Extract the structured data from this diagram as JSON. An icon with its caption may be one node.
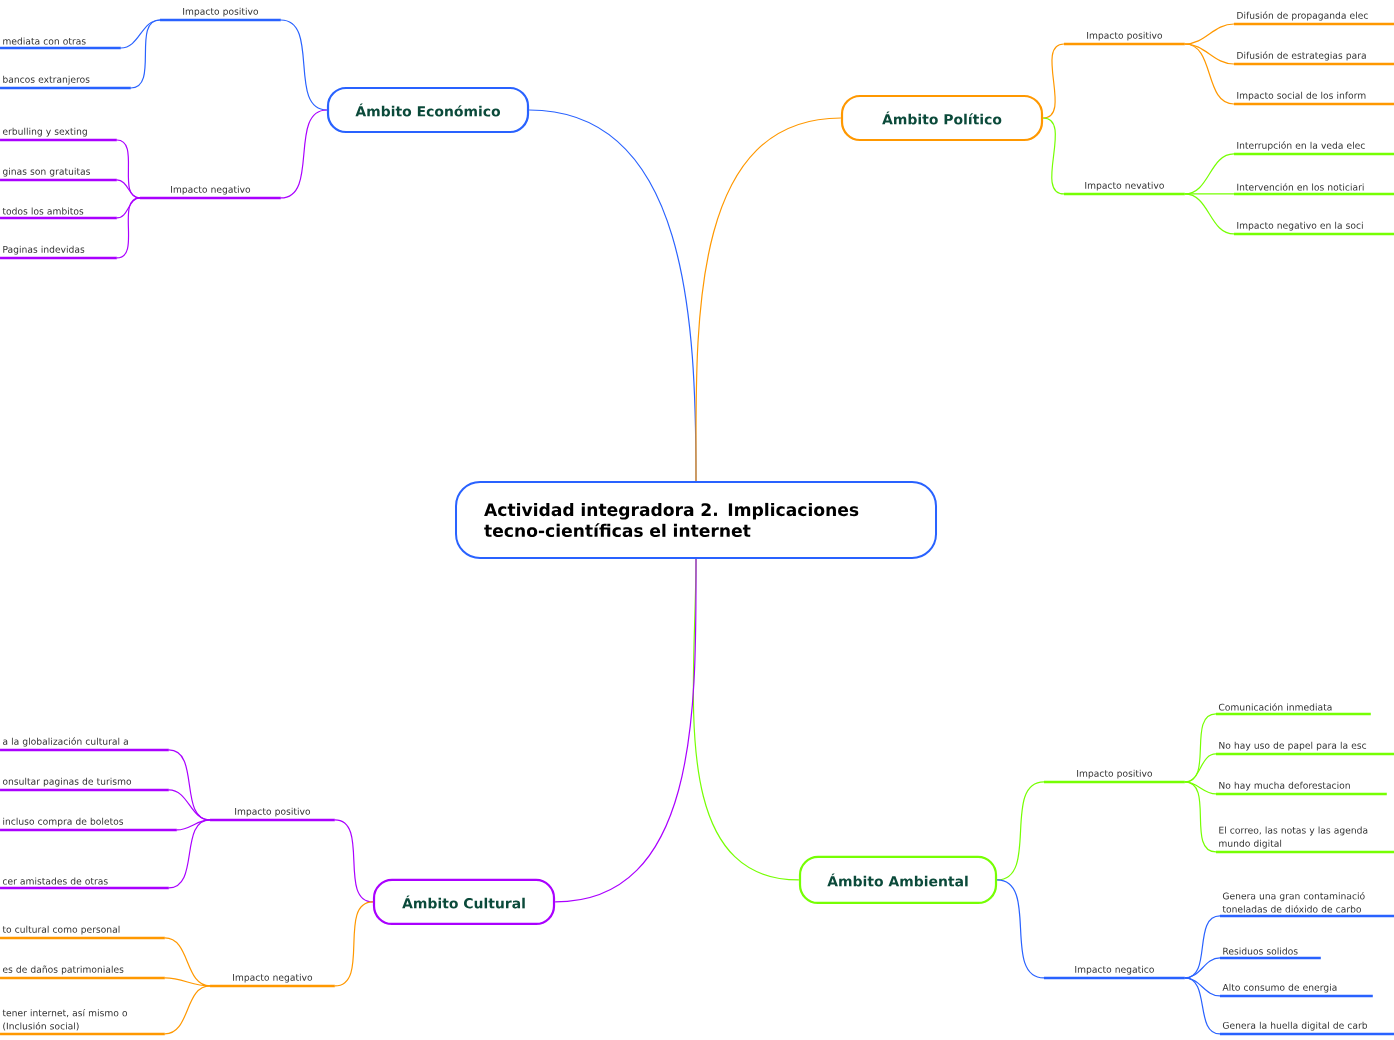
{
  "diagram": {
    "nodes": [
      {
        "text": [
          "Actividad integradora 2. Implicaciones tecno-científicas el internet"
        ]
      },
      {
        "text": [
          "Ámbito Económico"
        ]
      },
      {
        "text": [
          "Impacto positivo"
        ]
      },
      {
        "text": [
          "mediata con otras"
        ]
      },
      {
        "text": [
          "bancos extranjeros"
        ]
      },
      {
        "text": [
          "Impacto negativo"
        ]
      },
      {
        "text": [
          "erbulling y sexting"
        ]
      },
      {
        "text": [
          "ginas son gratuitas"
        ]
      },
      {
        "text": [
          "todos los ambitos"
        ]
      },
      {
        "text": [
          "Paginas indevidas"
        ]
      },
      {
        "text": [
          "Ámbito Político"
        ]
      },
      {
        "text": [
          "Impacto positivo"
        ]
      },
      {
        "text": [
          "Difusión de propaganda elec"
        ]
      },
      {
        "text": [
          "Difusión de estrategias para"
        ]
      },
      {
        "text": [
          "Impacto social de los inform"
        ]
      },
      {
        "text": [
          "Impacto nevativo"
        ]
      },
      {
        "text": [
          "Interrupción en la veda elec"
        ]
      },
      {
        "text": [
          "Intervención en los noticiari"
        ]
      },
      {
        "text": [
          "Impacto negativo en la soci"
        ]
      },
      {
        "text": [
          "Ámbito Ambiental"
        ]
      },
      {
        "text": [
          "Impacto positivo"
        ]
      },
      {
        "text": [
          "Comunicación inmediata"
        ]
      },
      {
        "text": [
          "No hay uso de papel para la esc"
        ]
      },
      {
        "text": [
          "No hay mucha deforestacion"
        ]
      },
      {
        "text": [
          "El correo, las notas y las agenda mundo digital"
        ]
      },
      {
        "text": [
          "Impacto negatico"
        ]
      },
      {
        "text": [
          "Genera una gran contaminació toneladas de dióxido de carbo"
        ]
      },
      {
        "text": [
          "Residuos solidos"
        ]
      },
      {
        "text": [
          "Alto consumo de energia"
        ]
      },
      {
        "text": [
          "Genera la huella digital de carb"
        ]
      },
      {
        "text": [
          "Ámbito Cultural"
        ]
      },
      {
        "text": [
          "Impacto positivo"
        ]
      },
      {
        "text": [
          "a la globalización cultural a"
        ]
      },
      {
        "text": [
          "onsultar paginas de turismo"
        ]
      },
      {
        "text": [
          "incluso compra de boletos"
        ]
      },
      {
        "text": [
          "cer amistades de otras"
        ]
      },
      {
        "text": [
          "Impacto negativo"
        ]
      },
      {
        "text": [
          "to cultural como personal"
        ]
      },
      {
        "text": [
          "es de daños patrimoniales"
        ]
      },
      {
        "text": [
          "tener internet, así mismo o (Inclusión social)"
        ]
      }
    ],
    "edges": [
      {
        "from": 0,
        "to": 1,
        "arrow": "none",
        "color": "#2962ff"
      },
      {
        "from": 0,
        "to": 10,
        "arrow": "none",
        "color": "#ff9800"
      },
      {
        "from": 0,
        "to": 19,
        "arrow": "none",
        "color": "#76ff03"
      },
      {
        "from": 0,
        "to": 30,
        "arrow": "none",
        "color": "#aa00ff"
      },
      {
        "from": 1,
        "to": 2,
        "arrow": "none",
        "color": "#2962ff"
      },
      {
        "from": 1,
        "to": 5,
        "arrow": "none",
        "color": "#aa00ff"
      },
      {
        "from": 2,
        "to": 3,
        "arrow": "none",
        "color": "#2962ff"
      },
      {
        "from": 2,
        "to": 4,
        "arrow": "none",
        "color": "#2962ff"
      },
      {
        "from": 5,
        "to": 6,
        "arrow": "none",
        "color": "#aa00ff"
      },
      {
        "from": 5,
        "to": 7,
        "arrow": "none",
        "color": "#aa00ff"
      },
      {
        "from": 5,
        "to": 8,
        "arrow": "none",
        "color": "#aa00ff"
      },
      {
        "from": 5,
        "to": 9,
        "arrow": "none",
        "color": "#aa00ff"
      },
      {
        "from": 10,
        "to": 11,
        "arrow": "none",
        "color": "#ff9800"
      },
      {
        "from": 10,
        "to": 15,
        "arrow": "none",
        "color": "#76ff03"
      },
      {
        "from": 11,
        "to": 12,
        "arrow": "none",
        "color": "#ff9800"
      },
      {
        "from": 11,
        "to": 13,
        "arrow": "none",
        "color": "#ff9800"
      },
      {
        "from": 11,
        "to": 14,
        "arrow": "none",
        "color": "#ff9800"
      },
      {
        "from": 15,
        "to": 16,
        "arrow": "none",
        "color": "#76ff03"
      },
      {
        "from": 15,
        "to": 17,
        "arrow": "none",
        "color": "#76ff03"
      },
      {
        "from": 15,
        "to": 18,
        "arrow": "none",
        "color": "#76ff03"
      },
      {
        "from": 19,
        "to": 20,
        "arrow": "none",
        "color": "#76ff03"
      },
      {
        "from": 19,
        "to": 25,
        "arrow": "none",
        "color": "#2962ff"
      },
      {
        "from": 20,
        "to": 21,
        "arrow": "none",
        "color": "#76ff03"
      },
      {
        "from": 20,
        "to": 22,
        "arrow": "none",
        "color": "#76ff03"
      },
      {
        "from": 20,
        "to": 23,
        "arrow": "none",
        "color": "#76ff03"
      },
      {
        "from": 20,
        "to": 24,
        "arrow": "none",
        "color": "#76ff03"
      },
      {
        "from": 25,
        "to": 26,
        "arrow": "none",
        "color": "#2962ff"
      },
      {
        "from": 25,
        "to": 27,
        "arrow": "none",
        "color": "#2962ff"
      },
      {
        "from": 25,
        "to": 28,
        "arrow": "none",
        "color": "#2962ff"
      },
      {
        "from": 25,
        "to": 29,
        "arrow": "none",
        "color": "#2962ff"
      },
      {
        "from": 30,
        "to": 31,
        "arrow": "none",
        "color": "#aa00ff"
      },
      {
        "from": 30,
        "to": 36,
        "arrow": "none",
        "color": "#ff9800"
      },
      {
        "from": 31,
        "to": 32,
        "arrow": "none",
        "color": "#aa00ff"
      },
      {
        "from": 31,
        "to": 33,
        "arrow": "none",
        "color": "#aa00ff"
      },
      {
        "from": 31,
        "to": 34,
        "arrow": "none",
        "color": "#aa00ff"
      },
      {
        "from": 31,
        "to": 35,
        "arrow": "none",
        "color": "#aa00ff"
      },
      {
        "from": 36,
        "to": 37,
        "arrow": "none",
        "color": "#ff9800"
      },
      {
        "from": 36,
        "to": 38,
        "arrow": "none",
        "color": "#ff9800"
      },
      {
        "from": 36,
        "to": 39,
        "arrow": "none",
        "color": "#ff9800"
      }
    ]
  }
}
